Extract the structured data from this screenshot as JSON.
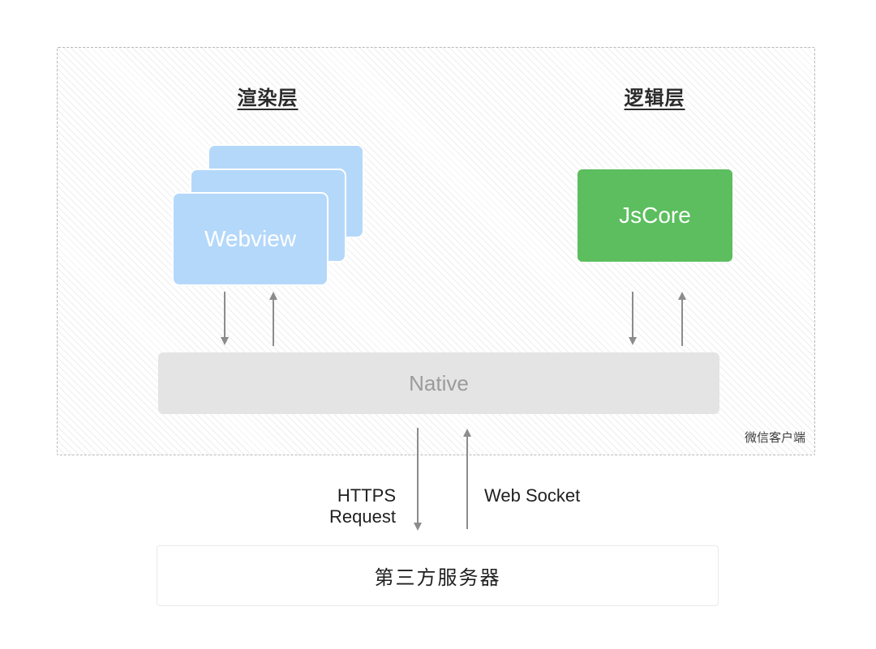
{
  "diagram": {
    "container_label": "微信客户端",
    "layers": {
      "render": {
        "title": "渲染层"
      },
      "logic": {
        "title": "逻辑层"
      }
    },
    "nodes": {
      "webview": "Webview",
      "jscore": "JsCore",
      "native": "Native",
      "server": "第三方服务器"
    },
    "edges": {
      "https_label": "HTTPS Request",
      "websocket_label": "Web Socket"
    },
    "colors": {
      "webview_blue": "#b4d8fa",
      "jscore_green": "#5cbe5e",
      "native_gray": "#e4e4e4",
      "arrow_gray": "#8c8c8c",
      "hatch_line": "#eeeeee",
      "dashed_border": "#b9b9b9"
    }
  }
}
